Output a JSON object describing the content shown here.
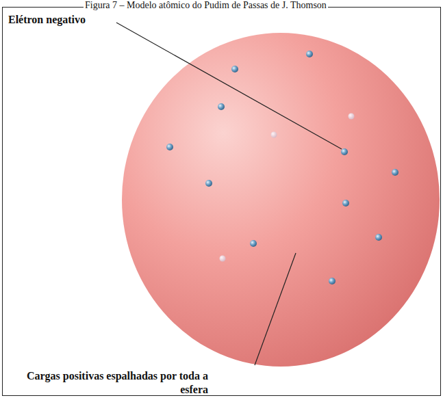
{
  "diagram": {
    "title": "Figura 7 – Modelo atômico do Pudim de Passas de J. Thomson",
    "labels": [
      "Elétron negativo",
      "Cargas positivas espalhadas por toda a esfera"
    ]
  }
}
